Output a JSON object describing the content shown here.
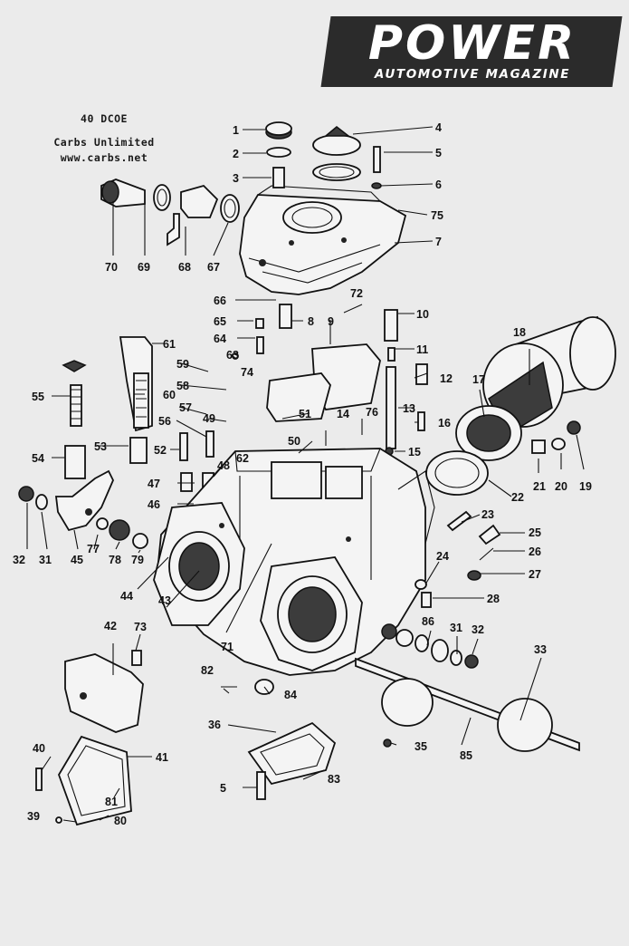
{
  "branding": {
    "title": "POWER",
    "subtitle": "AUTOMOTIVE MAGAZINE"
  },
  "info": {
    "model": "40 DCOE",
    "company": "Carbs Unlimited",
    "website": "www.carbs.net"
  },
  "labels": [
    "1",
    "2",
    "3",
    "4",
    "5",
    "6",
    "75",
    "7",
    "70",
    "69",
    "68",
    "67",
    "66",
    "72",
    "65",
    "8",
    "9",
    "10",
    "64",
    "63",
    "61",
    "11",
    "59",
    "74",
    "12",
    "18",
    "58",
    "17",
    "55",
    "60",
    "13",
    "14",
    "16",
    "57",
    "51",
    "49",
    "76",
    "56",
    "50",
    "15",
    "52",
    "19",
    "53",
    "54",
    "62",
    "20",
    "21",
    "48",
    "22",
    "47",
    "46",
    "32",
    "31",
    "45",
    "77",
    "78",
    "79",
    "23",
    "25",
    "26",
    "24",
    "27",
    "44",
    "28",
    "43",
    "42",
    "73",
    "86",
    "31",
    "32",
    "33",
    "71",
    "82",
    "84",
    "36",
    "35",
    "85",
    "40",
    "41",
    "83",
    "5",
    "81",
    "39",
    "80"
  ],
  "colors": {
    "background": "#ebebeb",
    "ink": "#111111",
    "logo_panel": "#2b2b2b"
  }
}
